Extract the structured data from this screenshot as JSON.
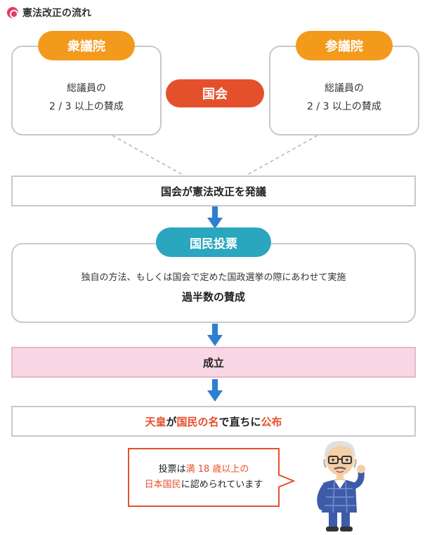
{
  "title": "憲法改正の流れ",
  "chambers": {
    "left": {
      "label": "衆議院",
      "line1": "総議員の",
      "line2": "2 / 3 以上の賛成"
    },
    "right": {
      "label": "参議院",
      "line1": "総議員の",
      "line2": "2 / 3 以上の賛成"
    },
    "diet": "国会"
  },
  "steps": {
    "propose": "国会が憲法改正を発議",
    "referendum": {
      "label": "国民投票",
      "line1": "独自の方法、もしくは国会で定めた国政選挙の際にあわせて実施",
      "line2": "過半数の賛成"
    },
    "adopt": "成立",
    "promulgate": {
      "p1": "天皇",
      "p2": "が",
      "p3": "国民の名",
      "p4": "で直ちに",
      "p5": "公布"
    }
  },
  "bubble": {
    "a1": "投票は",
    "a2": "満 18 歳以上の",
    "b1": "日本国民",
    "b2": "に認められています"
  },
  "colors": {
    "orange": "#f39a1c",
    "red": "#e5502c",
    "teal": "#2aa6bf",
    "pink": "#f9d6e4",
    "arrow": "#2d7fd0",
    "border": "#c9c9c9"
  },
  "icons": [
    "seal-icon",
    "down-arrow-icon",
    "character-illustration"
  ]
}
